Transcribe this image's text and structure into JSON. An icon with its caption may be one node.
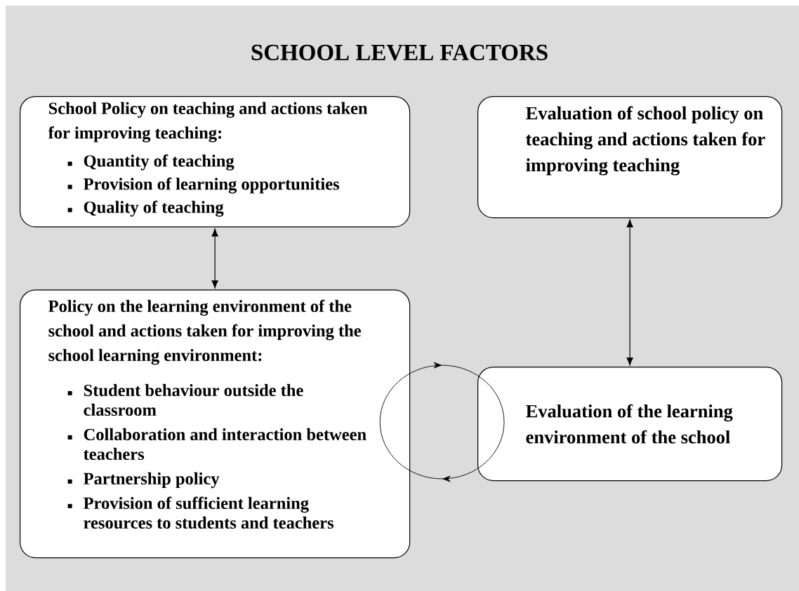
{
  "diagram": {
    "title": "SCHOOL LEVEL FACTORS",
    "nodes": [
      {
        "text": [
          "School Policy on teaching and actions taken for improving teaching:",
          "Quantity of teaching",
          "Provision of learning opportunities",
          "Quality of teaching"
        ]
      },
      {
        "text": [
          "Evaluation of school policy on teaching and actions taken for improving teaching"
        ]
      },
      {
        "text": [
          "Policy on the learning environment of the school and actions taken for improving the school learning environment:",
          "Student behaviour outside the classroom",
          "Collaboration and interaction between teachers",
          "Partnership policy",
          "Provision of sufficient learning resources to students and teachers"
        ]
      },
      {
        "text": [
          "Evaluation of the learning environment of the school"
        ]
      }
    ],
    "edges": [
      {
        "from": 0,
        "to": 2,
        "arrow": "both"
      },
      {
        "from": 1,
        "to": 3,
        "arrow": "both"
      },
      {
        "from": 2,
        "to": 3,
        "arrow": "to"
      },
      {
        "from": 3,
        "to": 2,
        "arrow": "to"
      }
    ]
  }
}
